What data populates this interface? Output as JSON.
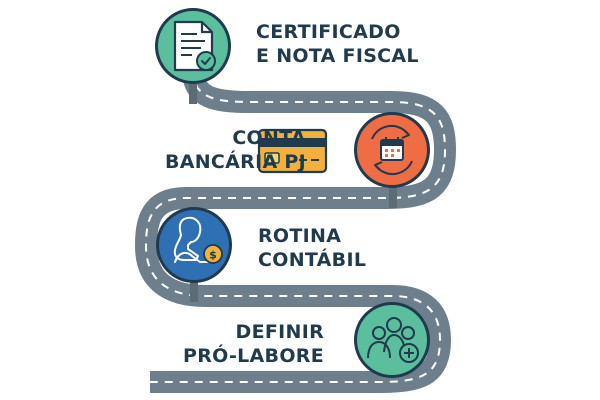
{
  "steps": [
    {
      "lines": [
        "CERTIFICADO",
        "E NOTA FISCAL"
      ],
      "icon": "document-check-icon",
      "color": "#5bbf9e"
    },
    {
      "lines": [
        "CONTA",
        "BANCÁRIA PJ"
      ],
      "icon": "calendar-cycle-icon",
      "color": "#ee6d45"
    },
    {
      "lines": [
        "ROTINA",
        "CONTÁBIL"
      ],
      "icon": "person-coin-icon",
      "color": "#2f6fb3"
    },
    {
      "lines": [
        "DEFINIR",
        "PRÓ-LABORE"
      ],
      "icon": "group-add-icon",
      "color": "#5bbf9e"
    }
  ],
  "card_icon": "credit-card-icon",
  "colors": {
    "road": "#6d7f8c",
    "road_line": "#ffffff",
    "text": "#1f3b4d",
    "card": "#f2b13c",
    "pole": "#5d6b74"
  }
}
